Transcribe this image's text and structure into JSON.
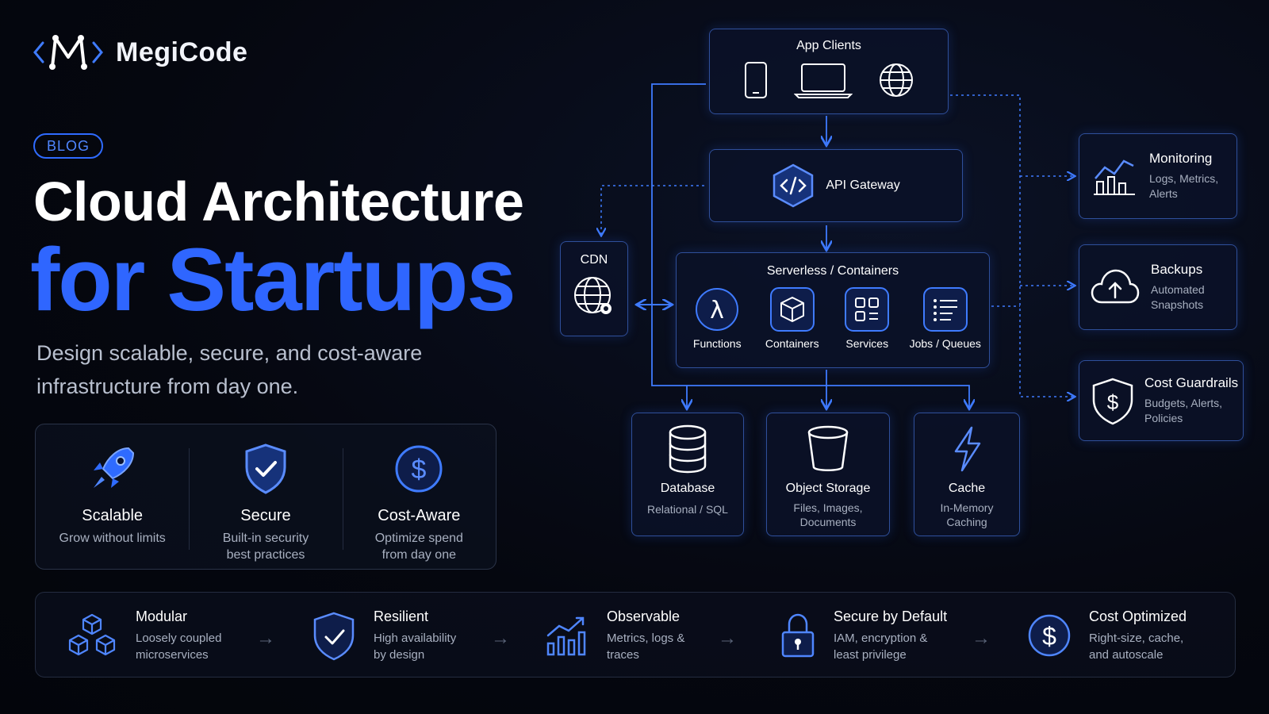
{
  "brand": {
    "name": "MegiCode"
  },
  "badge": "BLOG",
  "title": {
    "line1": "Cloud Architecture",
    "line2": "for Startups"
  },
  "subtitle": "Design scalable, secure, and cost-aware infrastructure from day one.",
  "features": [
    {
      "title": "Scalable",
      "desc": "Grow without limits",
      "icon": "rocket-icon"
    },
    {
      "title": "Secure",
      "desc": "Built-in security best practices",
      "icon": "shield-check-icon"
    },
    {
      "title": "Cost-Aware",
      "desc": "Optimize spend from day one",
      "icon": "dollar-icon"
    }
  ],
  "diagram": {
    "app_clients": "App Clients",
    "api_gateway": "API Gateway",
    "cdn": "CDN",
    "serverless": {
      "title": "Serverless / Containers",
      "items": [
        "Functions",
        "Containers",
        "Services",
        "Jobs / Queues"
      ]
    },
    "storage": [
      {
        "title": "Database",
        "desc": "Relational / SQL"
      },
      {
        "title": "Object Storage",
        "desc": "Files, Images, Documents"
      },
      {
        "title": "Cache",
        "desc": "In-Memory Caching"
      }
    ],
    "side": [
      {
        "title": "Monitoring",
        "desc": "Logs, Metrics, Alerts"
      },
      {
        "title": "Backups",
        "desc": "Automated Snapshots"
      },
      {
        "title": "Cost Guardrails",
        "desc": "Budgets, Alerts, Policies"
      }
    ]
  },
  "principles": [
    {
      "title": "Modular",
      "desc": "Loosely coupled microservices",
      "icon": "cubes-icon"
    },
    {
      "title": "Resilient",
      "desc": "High availability by design",
      "icon": "shield-check-icon"
    },
    {
      "title": "Observable",
      "desc": "Metrics, logs & traces",
      "icon": "chart-up-icon"
    },
    {
      "title": "Secure by Default",
      "desc": "IAM, encryption & least privilege",
      "icon": "lock-icon"
    },
    {
      "title": "Cost Optimized",
      "desc": "Right-size, cache, and autoscale",
      "icon": "dollar-icon"
    }
  ],
  "colors": {
    "accent": "#2f66ff",
    "background": "#05070f",
    "border": "#2f4f9a"
  }
}
